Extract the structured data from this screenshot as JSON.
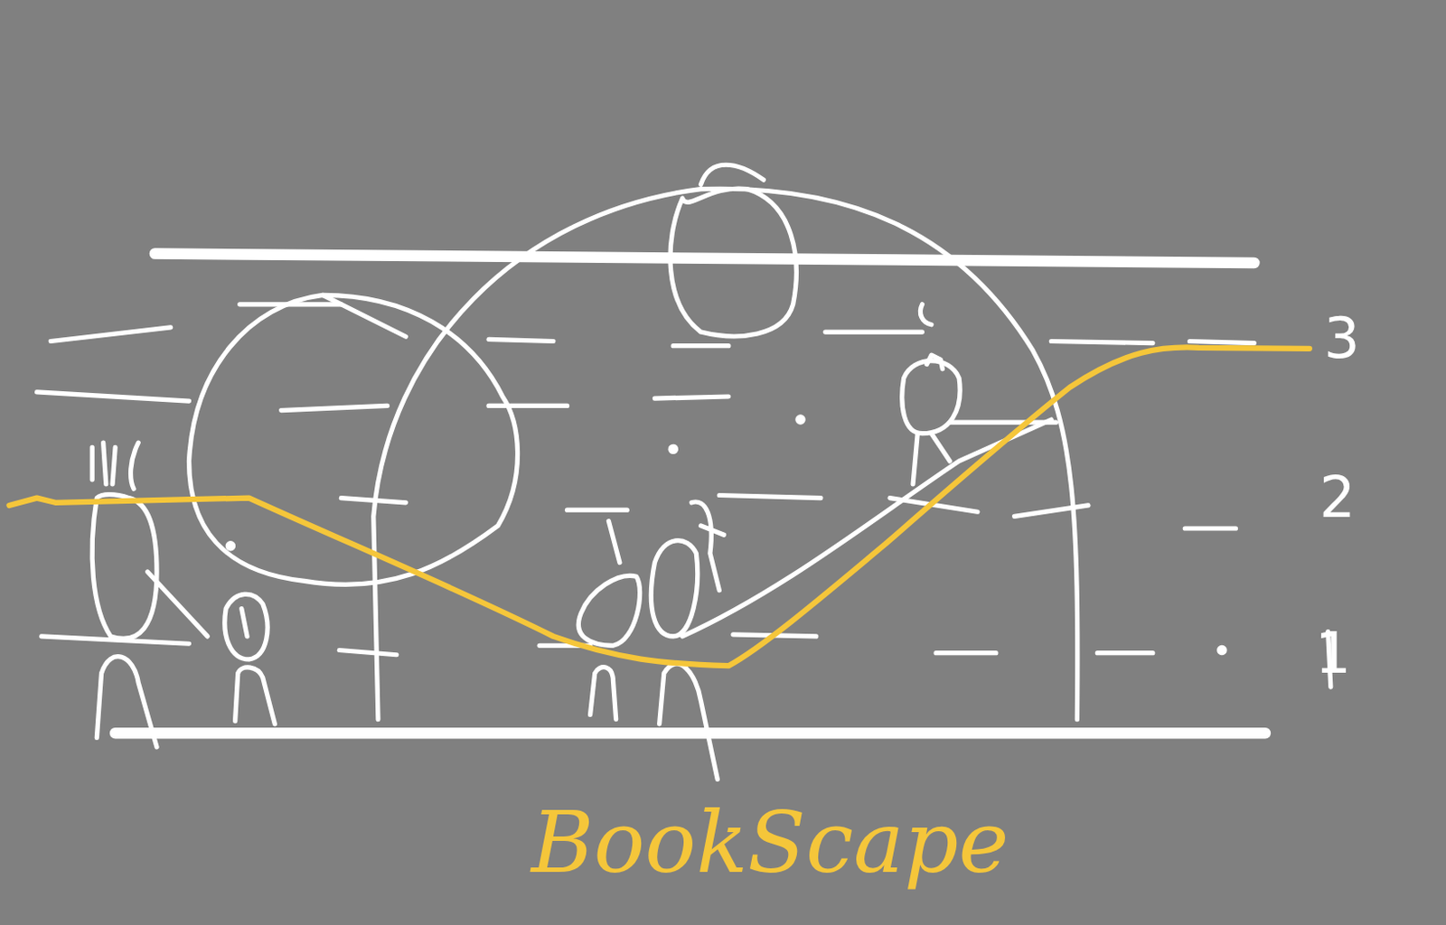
{
  "diagram": {
    "caption": "BookScape",
    "labels": [
      "3",
      "2",
      "1"
    ]
  }
}
